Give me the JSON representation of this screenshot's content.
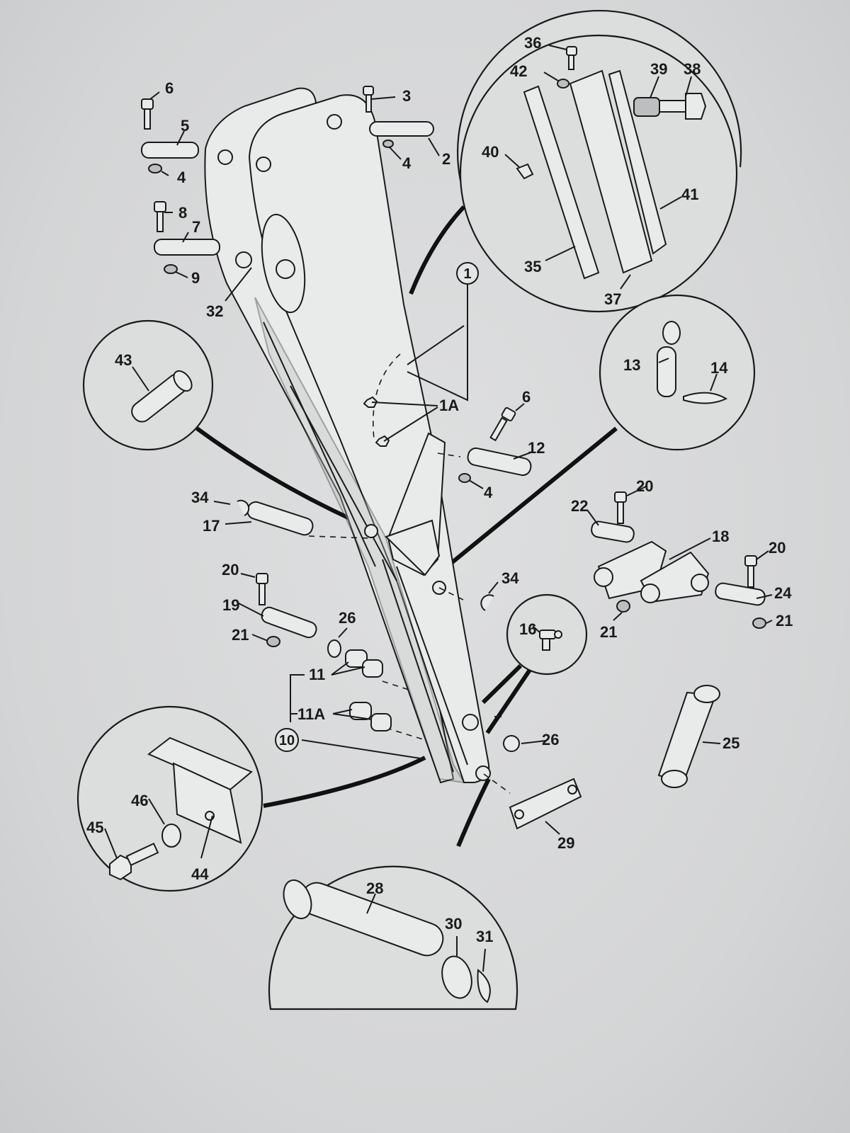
{
  "diagram": {
    "callouts": [
      {
        "id": "1",
        "text": "1",
        "circled": true
      },
      {
        "id": "1A",
        "text": "1A"
      },
      {
        "id": "2",
        "text": "2"
      },
      {
        "id": "3",
        "text": "3"
      },
      {
        "id": "4a",
        "text": "4"
      },
      {
        "id": "4b",
        "text": "4"
      },
      {
        "id": "4c",
        "text": "4"
      },
      {
        "id": "5",
        "text": "5"
      },
      {
        "id": "6a",
        "text": "6"
      },
      {
        "id": "6b",
        "text": "6"
      },
      {
        "id": "7",
        "text": "7"
      },
      {
        "id": "8",
        "text": "8"
      },
      {
        "id": "9",
        "text": "9"
      },
      {
        "id": "10",
        "text": "10",
        "circled": true
      },
      {
        "id": "11",
        "text": "11"
      },
      {
        "id": "11A",
        "text": "11A"
      },
      {
        "id": "12",
        "text": "12"
      },
      {
        "id": "13",
        "text": "13"
      },
      {
        "id": "14",
        "text": "14"
      },
      {
        "id": "16",
        "text": "16"
      },
      {
        "id": "17",
        "text": "17"
      },
      {
        "id": "18",
        "text": "18"
      },
      {
        "id": "19",
        "text": "19"
      },
      {
        "id": "20a",
        "text": "20"
      },
      {
        "id": "20b",
        "text": "20"
      },
      {
        "id": "20c",
        "text": "20"
      },
      {
        "id": "21a",
        "text": "21"
      },
      {
        "id": "21b",
        "text": "21"
      },
      {
        "id": "21c",
        "text": "21"
      },
      {
        "id": "22",
        "text": "22"
      },
      {
        "id": "24",
        "text": "24"
      },
      {
        "id": "25",
        "text": "25"
      },
      {
        "id": "26a",
        "text": "26"
      },
      {
        "id": "26b",
        "text": "26"
      },
      {
        "id": "28",
        "text": "28"
      },
      {
        "id": "29",
        "text": "29"
      },
      {
        "id": "30",
        "text": "30"
      },
      {
        "id": "31",
        "text": "31"
      },
      {
        "id": "32",
        "text": "32"
      },
      {
        "id": "34a",
        "text": "34"
      },
      {
        "id": "34b",
        "text": "34"
      },
      {
        "id": "35",
        "text": "35"
      },
      {
        "id": "36",
        "text": "36"
      },
      {
        "id": "37",
        "text": "37"
      },
      {
        "id": "38",
        "text": "38"
      },
      {
        "id": "39",
        "text": "39"
      },
      {
        "id": "40",
        "text": "40"
      },
      {
        "id": "41",
        "text": "41"
      },
      {
        "id": "42",
        "text": "42"
      },
      {
        "id": "43",
        "text": "43"
      },
      {
        "id": "44",
        "text": "44"
      },
      {
        "id": "45",
        "text": "45"
      },
      {
        "id": "46",
        "text": "46"
      }
    ]
  }
}
